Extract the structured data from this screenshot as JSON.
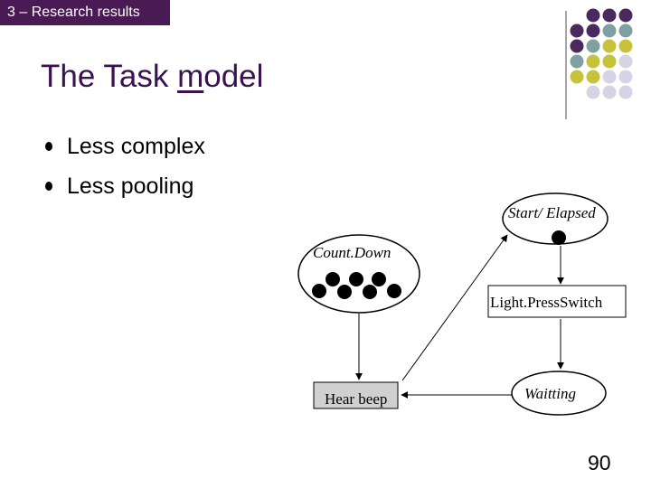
{
  "section_tab": "3 – Research results",
  "title": {
    "before": "The Task ",
    "underlined": "m",
    "after": "odel"
  },
  "bullets": [
    "Less complex",
    "Less pooling"
  ],
  "diagram": {
    "start_elapsed": "Start/ Elapsed",
    "count_down": "Count.Down",
    "light_press_switch": "Light.PressSwitch",
    "hear_beep": "Hear beep",
    "waiting": "Waitting"
  },
  "page_number": "90",
  "colors": {
    "tab_bg": "#4a1a55",
    "title": "#3a1250",
    "dot_purple": "#4a2a5e",
    "dot_teal": "#7fa0a3",
    "dot_olive": "#c6c23a",
    "dot_lavender": "#d4d4e4",
    "hear_beep_fill": "#d0d0d0"
  }
}
